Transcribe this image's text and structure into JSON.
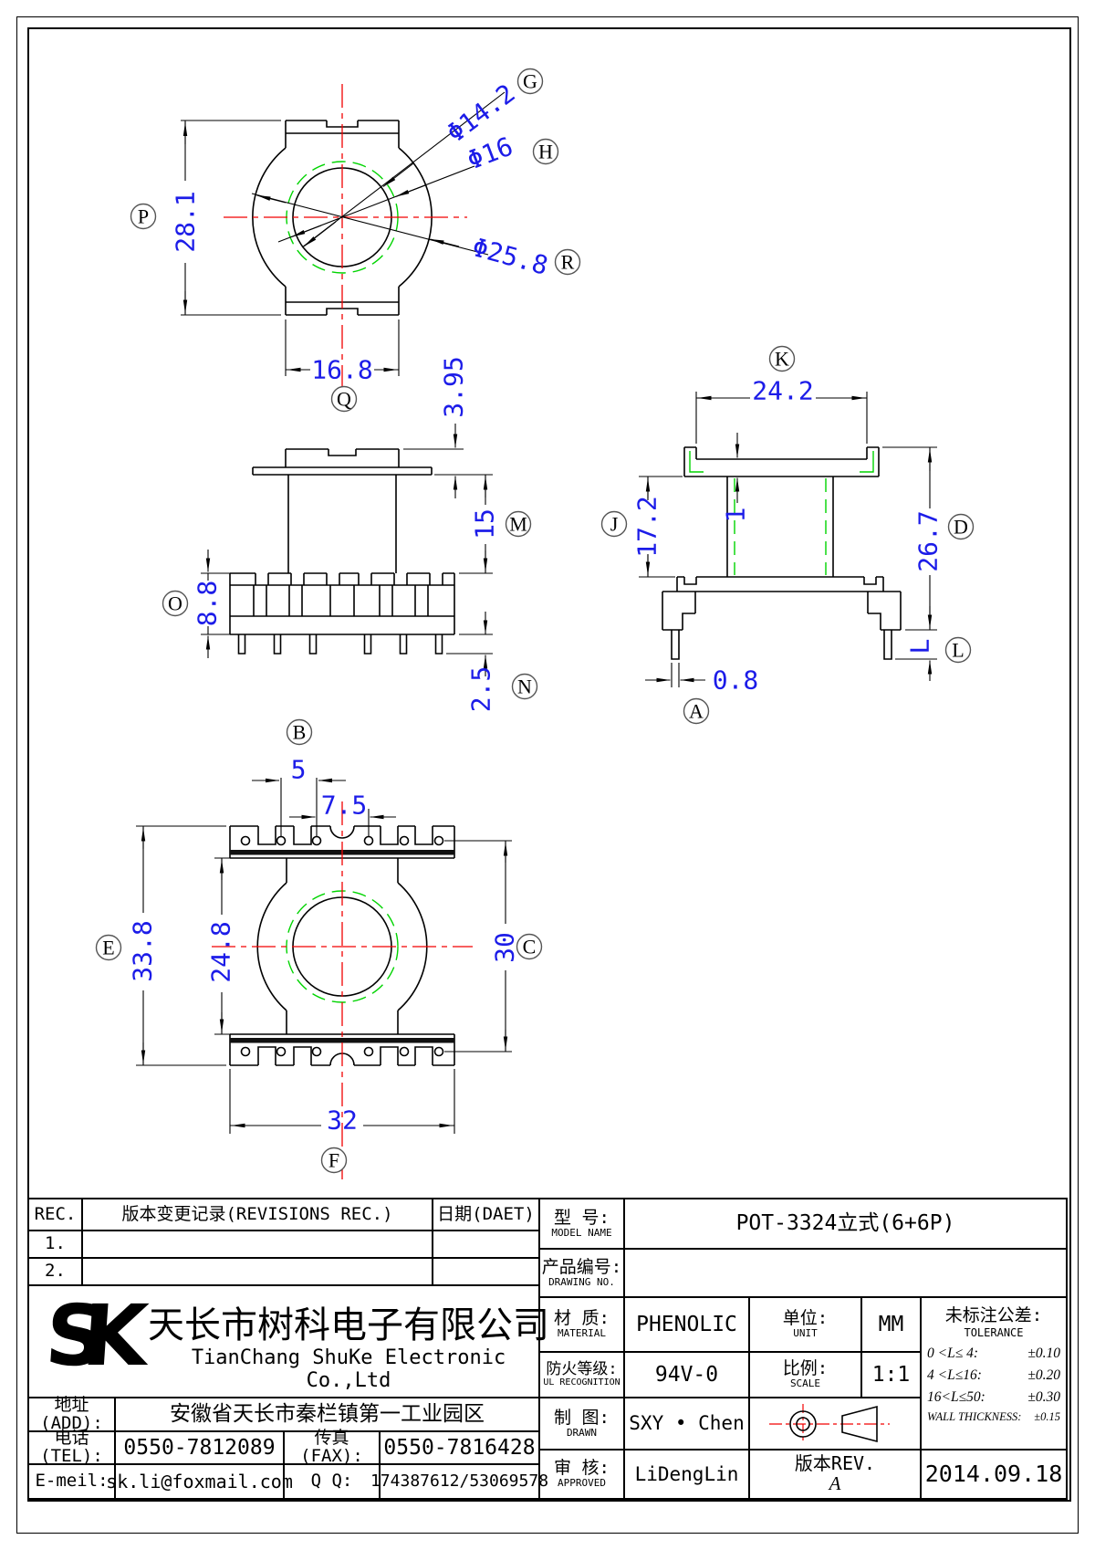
{
  "dims": {
    "top": {
      "d1": "Φ14.2",
      "d2": "Φ16",
      "d3": "Φ25.8",
      "d4": "28.1",
      "d5": "16.8"
    },
    "front": {
      "d1": "3.95",
      "d2": "15",
      "d3": "8.8",
      "d4": "2.5"
    },
    "side": {
      "d1": "24.2",
      "d2": "17.2",
      "d3": "1",
      "d4": "26.7",
      "d5": "L",
      "d6": "0.8"
    },
    "bottom": {
      "d1": "5",
      "d2": "7.5",
      "d3": "33.8",
      "d4": "24.8",
      "d5": "30",
      "d6": "32"
    }
  },
  "balloons": {
    "g": "G",
    "h": "H",
    "r": "R",
    "p": "P",
    "q": "Q",
    "m": "M",
    "o": "O",
    "n": "N",
    "k": "K",
    "j": "J",
    "d": "D",
    "l": "L",
    "a": "A",
    "b": "B",
    "e": "E",
    "c": "C",
    "f": "F"
  },
  "revision": {
    "col_rec": "REC.",
    "col_record": "版本变更记录(REVISIONS REC.)",
    "col_date": "日期(DAET)",
    "rows": [
      {
        "no": "1.",
        "record": "",
        "date": ""
      },
      {
        "no": "2.",
        "record": "",
        "date": ""
      }
    ]
  },
  "company": {
    "logo": "SK",
    "name_cn": "天长市树科电子有限公司",
    "name_en": "TianChang ShuKe Electronic Co.,Ltd",
    "addr_label": "地址(ADD):",
    "addr": "安徽省天长市秦栏镇第一工业园区",
    "tel_label": "电话(TEL):",
    "tel": "0550-7812089",
    "fax_label": "传真(FAX):",
    "fax": "0550-7816428",
    "email_label": "E-meil:",
    "email": "sk.li@foxmail.com",
    "qq_label": "Q Q:",
    "qq": "174387612/53069578"
  },
  "spec": {
    "model_label": "型  号:",
    "model_sub": "MODEL NAME",
    "model": "POT-3324立式(6+6P)",
    "drawno_label": "产品编号:",
    "drawno_sub": "DRAWING NO.",
    "drawno": "",
    "material_label": "材  质:",
    "material_sub": "MATERIAL",
    "material": "PHENOLIC",
    "unit_label": "单位:",
    "unit_sub": "UNIT",
    "unit": "MM",
    "fire_label": "防火等级:",
    "fire_sub": "UL RECOGNITION",
    "fire": "94V-0",
    "scale_label": "比例:",
    "scale_sub": "SCALE",
    "scale": "1:1",
    "drawn_label": "制  图:",
    "drawn_sub": "DRAWN",
    "drawn": "SXY • Chen",
    "approved_label": "审  核:",
    "approved_sub": "APPROVED",
    "approved": "LiDengLin",
    "rev_label": "版本REV.",
    "rev": "A",
    "date": "2014.09.18"
  },
  "tolerance": {
    "title_cn": "未标注公差:",
    "title_en": "TOLERANCE",
    "rows": [
      {
        "range": "0 <L≤ 4:",
        "value": "±0.10"
      },
      {
        "range": "4 <L≤16:",
        "value": "±0.20"
      },
      {
        "range": "16<L≤50:",
        "value": "±0.30"
      },
      {
        "range": "WALL THICKNESS:",
        "value": "±0.15"
      }
    ]
  }
}
